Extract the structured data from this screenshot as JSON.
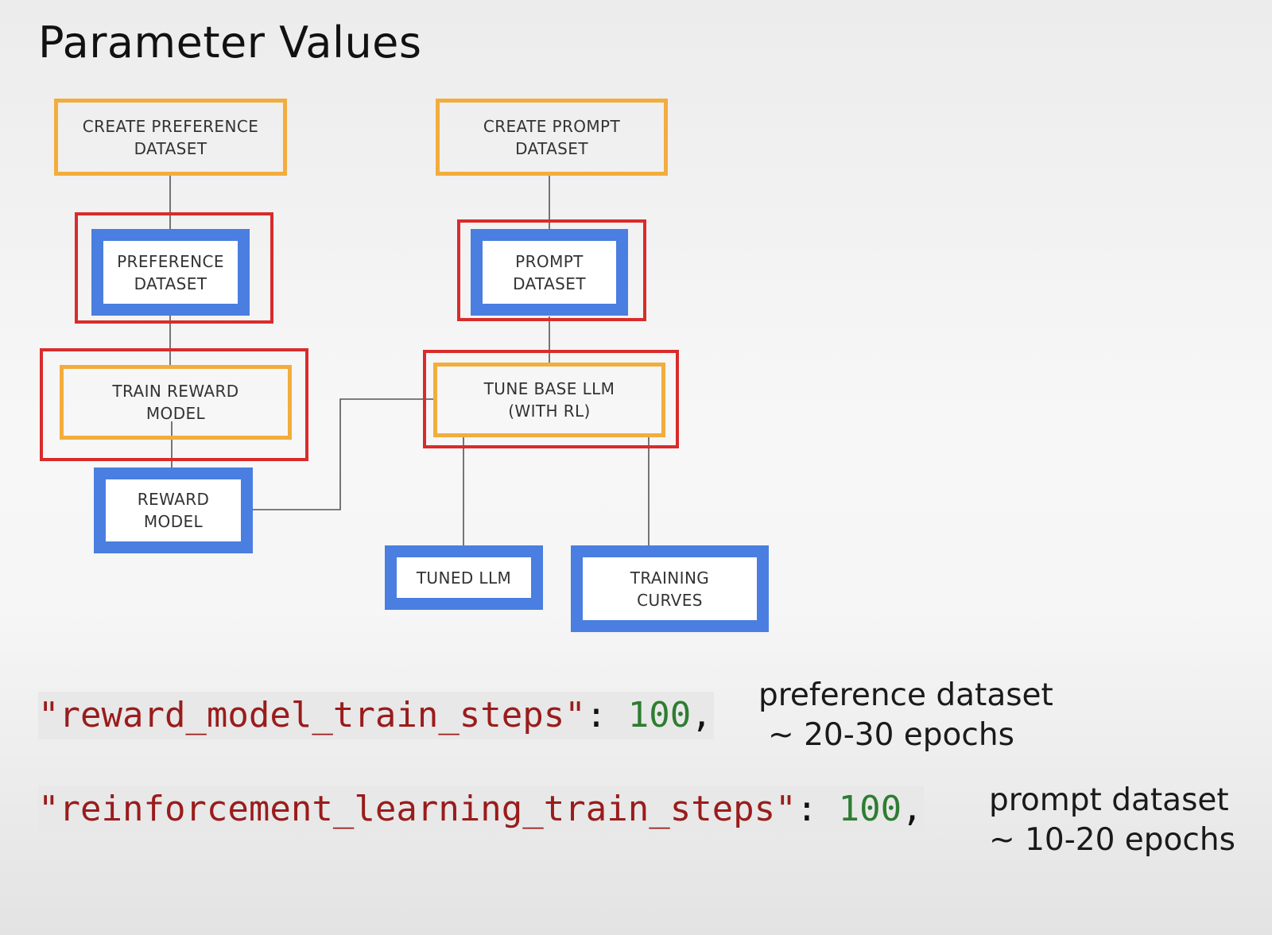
{
  "title": "Parameter Values",
  "diagram": {
    "nodes": {
      "create_preference_dataset": "CREATE PREFERENCE\nDATASET",
      "create_prompt_dataset": "CREATE PROMPT\nDATASET",
      "preference_dataset": "PREFERENCE\nDATASET",
      "prompt_dataset": "PROMPT\nDATASET",
      "train_reward_model": "TRAIN REWARD\nMODEL",
      "tune_base_llm": "TUNE BASE LLM\n(WITH RL)",
      "reward_model": "REWARD\nMODEL",
      "tuned_llm": "TUNED LLM",
      "training_curves": "TRAINING\nCURVES"
    },
    "edges": [
      [
        "create_preference_dataset",
        "preference_dataset"
      ],
      [
        "preference_dataset",
        "train_reward_model"
      ],
      [
        "train_reward_model",
        "reward_model"
      ],
      [
        "reward_model",
        "tune_base_llm"
      ],
      [
        "create_prompt_dataset",
        "prompt_dataset"
      ],
      [
        "prompt_dataset",
        "tune_base_llm"
      ],
      [
        "tune_base_llm",
        "tuned_llm"
      ],
      [
        "tune_base_llm",
        "training_curves"
      ]
    ],
    "highlighted": [
      "preference_dataset",
      "train_reward_model",
      "prompt_dataset",
      "tune_base_llm"
    ]
  },
  "params": [
    {
      "key": "\"reward_model_train_steps\"",
      "sep": ": ",
      "value": "100",
      "trail": ",",
      "note_line1": "preference dataset",
      "note_line2": "~ 20-30 epochs"
    },
    {
      "key": "\"reinforcement_learning_train_steps\"",
      "sep": ": ",
      "value": "100",
      "trail": ",",
      "note_line1": "prompt dataset",
      "note_line2": "~ 10-20 epochs"
    }
  ],
  "colors": {
    "orange": "#f2ad3d",
    "blue": "#4a7ee0",
    "red": "#d92b2b",
    "string": "#9a1c1c",
    "number": "#2e7d32"
  }
}
